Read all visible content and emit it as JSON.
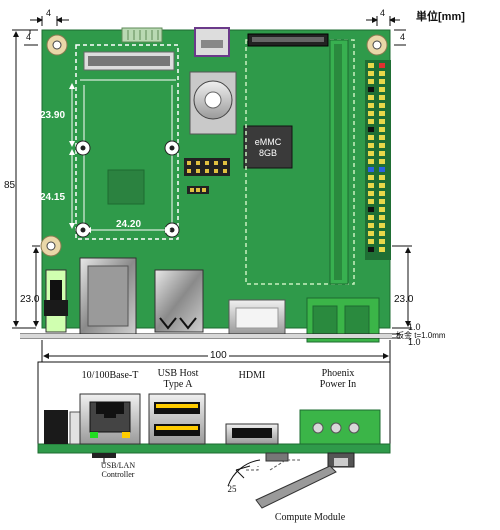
{
  "unit_label": "単位[mm]",
  "dimensions": {
    "top_left_x": "4",
    "top_left_y": "4",
    "top_right_x": "4",
    "top_right_y": "4",
    "height_total": "85",
    "height_lower_left": "23.0",
    "height_lower_right": "23.0",
    "width_total": "100",
    "sodimm_top": "23.90",
    "sodimm_mid": "24.15",
    "sodimm_width": "24.20",
    "board_gap_1": "1.0",
    "board_gap_2": "1.0",
    "board_thickness": "板金 t=1.0mm",
    "module_angle": "25"
  },
  "chips": {
    "emmc_line1": "eMMC",
    "emmc_line2": "8GB"
  },
  "connectors": {
    "ethernet": "10/100Base-T",
    "usb_line1": "USB Host",
    "usb_line2": "Type A",
    "hdmi": "HDMI",
    "power_line1": "Phoenix",
    "power_line2": "Power In",
    "usb_lan_line1": "USB/LAN",
    "usb_lan_line2": "Controller",
    "compute_module": "Compute Module"
  }
}
